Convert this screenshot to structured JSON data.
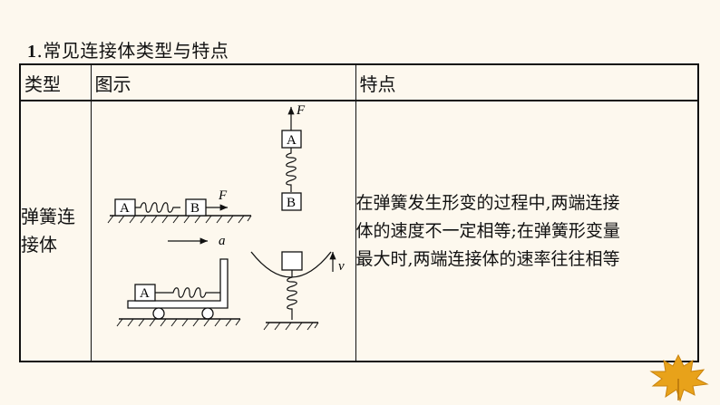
{
  "title": {
    "number": "1",
    "text": ".常见连接体类型与特点"
  },
  "table": {
    "headers": [
      "类型",
      "图示",
      "特点"
    ],
    "rows": [
      {
        "type_lines": [
          "弹簧连",
          "接体"
        ],
        "feature_lines": [
          "在弹簧发生形变的过程中,两端连接",
          "体的速度不一定相等;在弹簧形变量",
          "最大时,两端连接体的速率往往相等"
        ],
        "figure_labels": {
          "block_a": "A",
          "block_b": "B",
          "force": "F",
          "acceleration": "a",
          "velocity": "v"
        }
      }
    ]
  }
}
